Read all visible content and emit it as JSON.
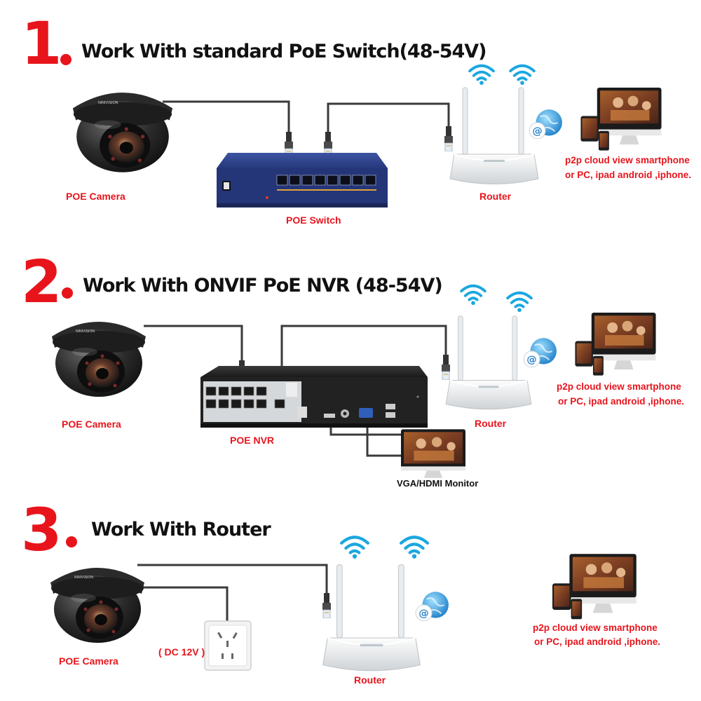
{
  "sections": [
    {
      "number": "1",
      "title": "Work With standard PoE Switch(48-54V)",
      "camera_label": "POE Camera",
      "device_label": "POE Switch",
      "router_label": "Router",
      "p2p_line1": "p2p cloud  view smartphone",
      "p2p_line2": "or PC, ipad android ,iphone."
    },
    {
      "number": "2",
      "title": "Work With ONVIF PoE NVR (48-54V)",
      "camera_label": "POE Camera",
      "device_label": "POE NVR",
      "monitor_label": "VGA/HDMI Monitor",
      "router_label": "Router",
      "p2p_line1": "p2p cloud  view smartphone",
      "p2p_line2": "or PC, ipad android ,iphone."
    },
    {
      "number": "3",
      "title": "Work With Router",
      "camera_label": "POE Camera",
      "power_label": "( DC 12V )",
      "router_label": "Router",
      "p2p_line1": "p2p cloud  view smartphone",
      "p2p_line2": "or PC, ipad android ,iphone."
    }
  ],
  "camera_brand": "NINIVISION",
  "colors": {
    "accent_red": "#e8141c",
    "switch_blue": "#2a3f86",
    "wifi_blue": "#1aa7e0",
    "cable": "#3a3a3a"
  },
  "icons": [
    "dome-camera-icon",
    "poe-switch-icon",
    "nvr-icon",
    "router-icon",
    "wifi-icon",
    "cloud-globe-icon",
    "monitor-icon",
    "wall-socket-icon",
    "devices-icon"
  ]
}
